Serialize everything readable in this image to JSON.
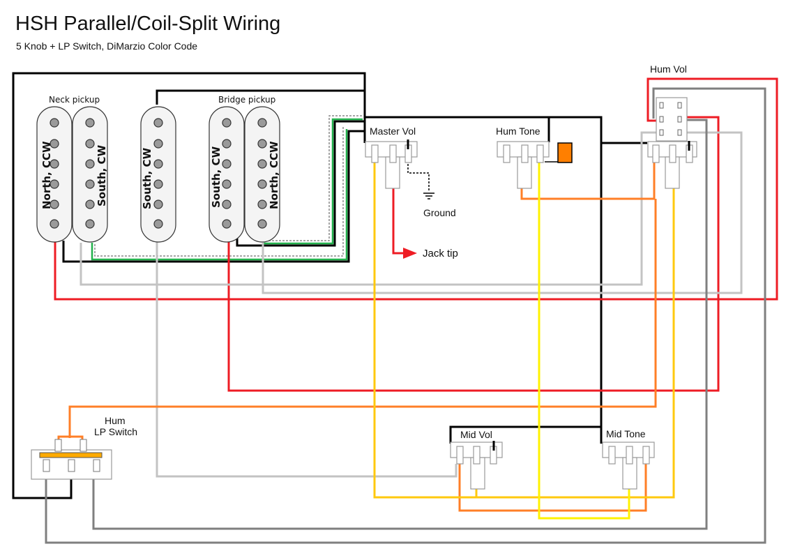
{
  "title": "HSH Parallel/Coil-Split Wiring",
  "subtitle": "5 Knob + LP Switch, DiMarzio Color Code",
  "pickups": {
    "neck": {
      "label": "Neck pickup",
      "coils": [
        {
          "label": "North, CCW"
        },
        {
          "label": "South, CW"
        }
      ]
    },
    "middle": {
      "coils": [
        {
          "label": "South, CW"
        }
      ]
    },
    "bridge": {
      "label": "Bridge pickup",
      "coils": [
        {
          "label": "South, CW"
        },
        {
          "label": "North, CCW"
        }
      ]
    }
  },
  "controls": {
    "master_vol": "Master Vol",
    "hum_tone": "Hum Tone",
    "hum_vol": "Hum Vol",
    "mid_vol": "Mid Vol",
    "mid_tone": "Mid Tone",
    "switch_line1": "Hum",
    "switch_line2": "LP Switch"
  },
  "annotations": {
    "ground": "Ground",
    "jack_tip": "Jack tip"
  },
  "wire_colors": {
    "black": "#000000",
    "red": "#ee1c24",
    "green": "#22b14c",
    "white": "#c3c3c3",
    "gray": "#7f7f7f",
    "orange": "#ff7f27",
    "yellow_orange": "#ffc90e",
    "yellow": "#fff200",
    "capacitor": "#ff7f00",
    "switch_bar": "#ffaa00"
  }
}
